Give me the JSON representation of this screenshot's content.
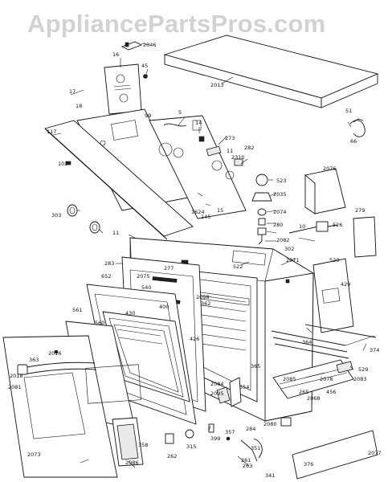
{
  "watermark": "AppliancePartsPros.com",
  "callouts": [
    "2046",
    "16",
    "45",
    "17",
    "2013",
    "18",
    "99",
    "5",
    "14",
    "51",
    "66",
    "117",
    "273",
    "11",
    "2310",
    "103",
    "2076",
    "523",
    "2035",
    "279",
    "2074",
    "280",
    "303",
    "15",
    "1624",
    "145",
    "10",
    "526",
    "282",
    "11",
    "2082",
    "302",
    "283",
    "277",
    "522",
    "2071",
    "520",
    "2075",
    "652",
    "429",
    "540",
    "2098",
    "561",
    "430",
    "400",
    "362",
    "560",
    "426",
    "374",
    "2016",
    "363",
    "364",
    "2018",
    "365",
    "529",
    "2085",
    "2083",
    "2078",
    "2084",
    "554",
    "265",
    "2068",
    "2095",
    "456",
    "2080",
    "2073",
    "358",
    "315",
    "399",
    "357",
    "284",
    "262",
    "351",
    "261",
    "341",
    "263",
    "2086",
    "376",
    "2077",
    "2081"
  ],
  "accent_color": "#111111"
}
